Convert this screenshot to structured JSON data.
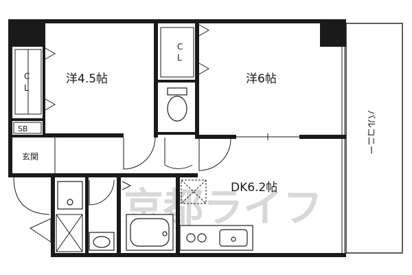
{
  "plan": {
    "rooms": {
      "western_a": "洋4.5帖",
      "western_b": "洋6帖",
      "dk": "DK6.2帖",
      "balcony": "バルコニー",
      "entrance": "玄関"
    },
    "storage": {
      "closet_left_top": "C",
      "closet_left_bottom": "L",
      "closet_center_top": "C",
      "closet_center_bottom": "L",
      "shoe_box": "SB"
    }
  },
  "watermark": "京都ライフ",
  "colors": {
    "line": "#1a1a1a",
    "watermark": "#c8c8c8",
    "background": "#ffffff"
  }
}
